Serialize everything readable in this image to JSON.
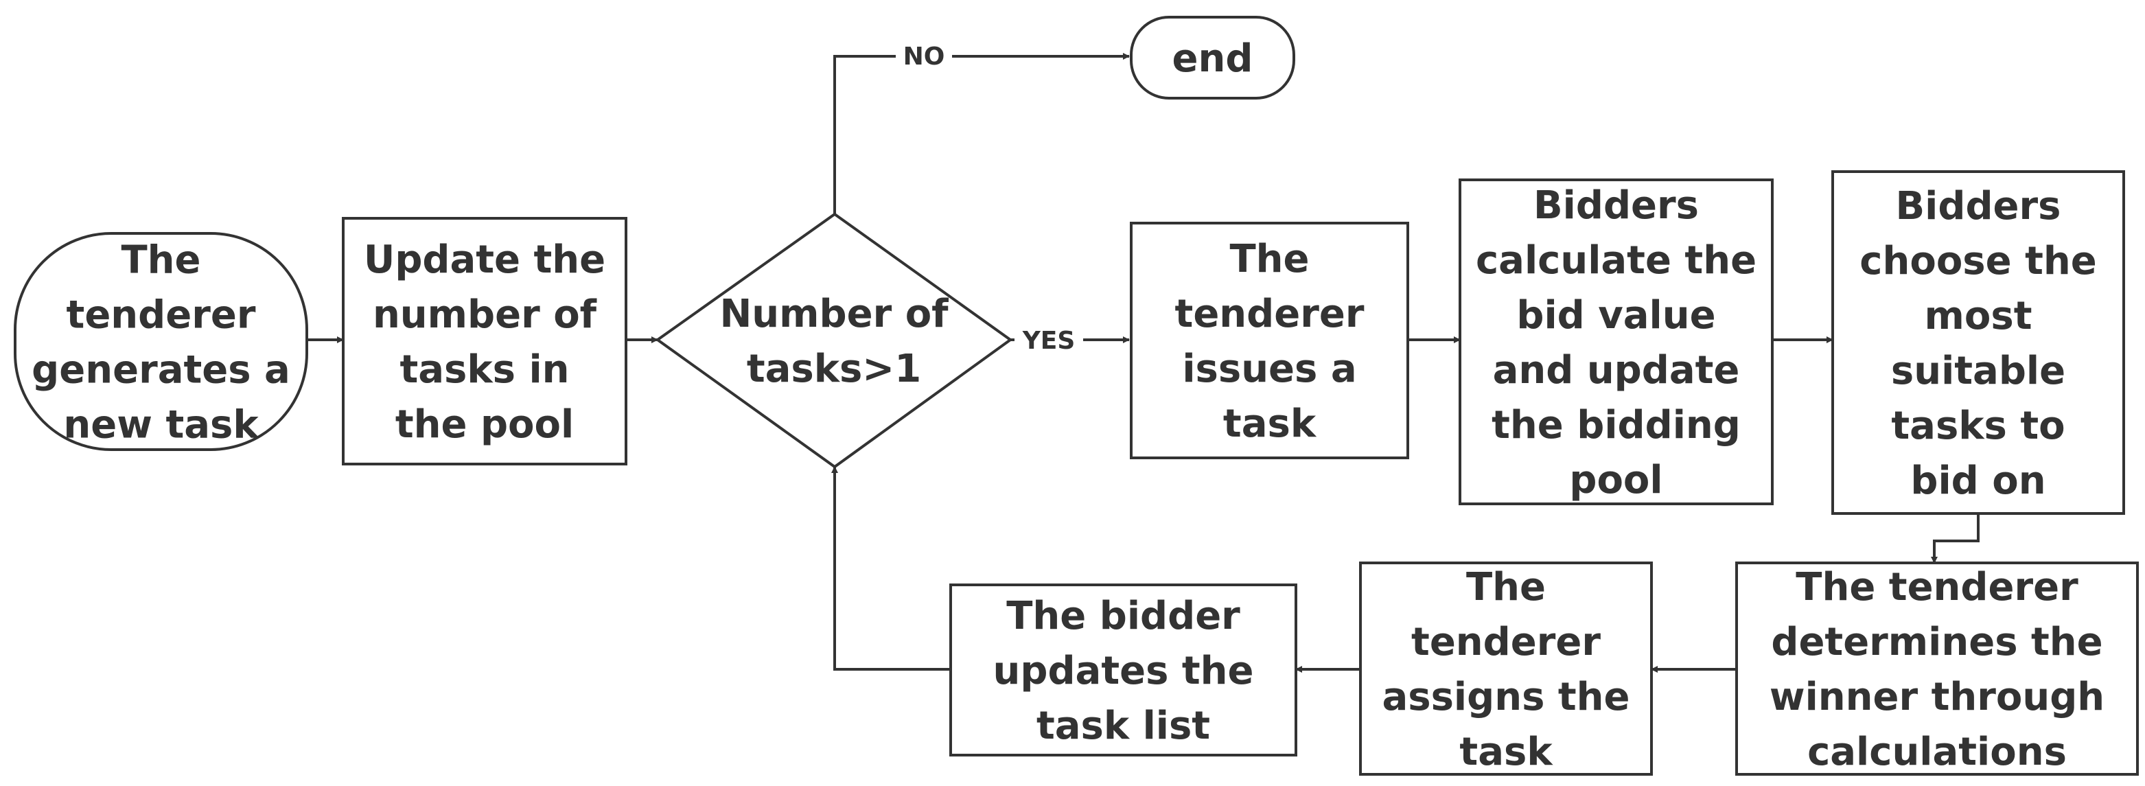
{
  "nodes": {
    "start": {
      "lines": [
        "The",
        "tenderer",
        "generates a",
        "new task"
      ]
    },
    "update_pool": {
      "lines": [
        "Update the",
        "number of",
        "tasks in",
        "the pool"
      ]
    },
    "decision": {
      "lines": [
        "Number of",
        "tasks>1"
      ]
    },
    "end": {
      "lines": [
        "end"
      ]
    },
    "issue_task": {
      "lines": [
        "The",
        "tenderer",
        "issues a",
        "task"
      ]
    },
    "calculate_bid": {
      "lines": [
        "Bidders",
        "calculate the",
        "bid value",
        "and update",
        "the bidding",
        "pool"
      ]
    },
    "choose_tasks": {
      "lines": [
        "Bidders",
        "choose the",
        "most",
        "suitable",
        "tasks to",
        "bid on"
      ]
    },
    "determine_winner": {
      "lines": [
        "The tenderer",
        "determines the",
        "winner through",
        "calculations"
      ]
    },
    "assign_task": {
      "lines": [
        "The",
        "tenderer",
        "assigns the",
        "task"
      ]
    },
    "update_list": {
      "lines": [
        "The bidder",
        "updates the",
        "task list"
      ]
    }
  },
  "edges": {
    "no_label": "NO",
    "yes_label": "YES"
  }
}
